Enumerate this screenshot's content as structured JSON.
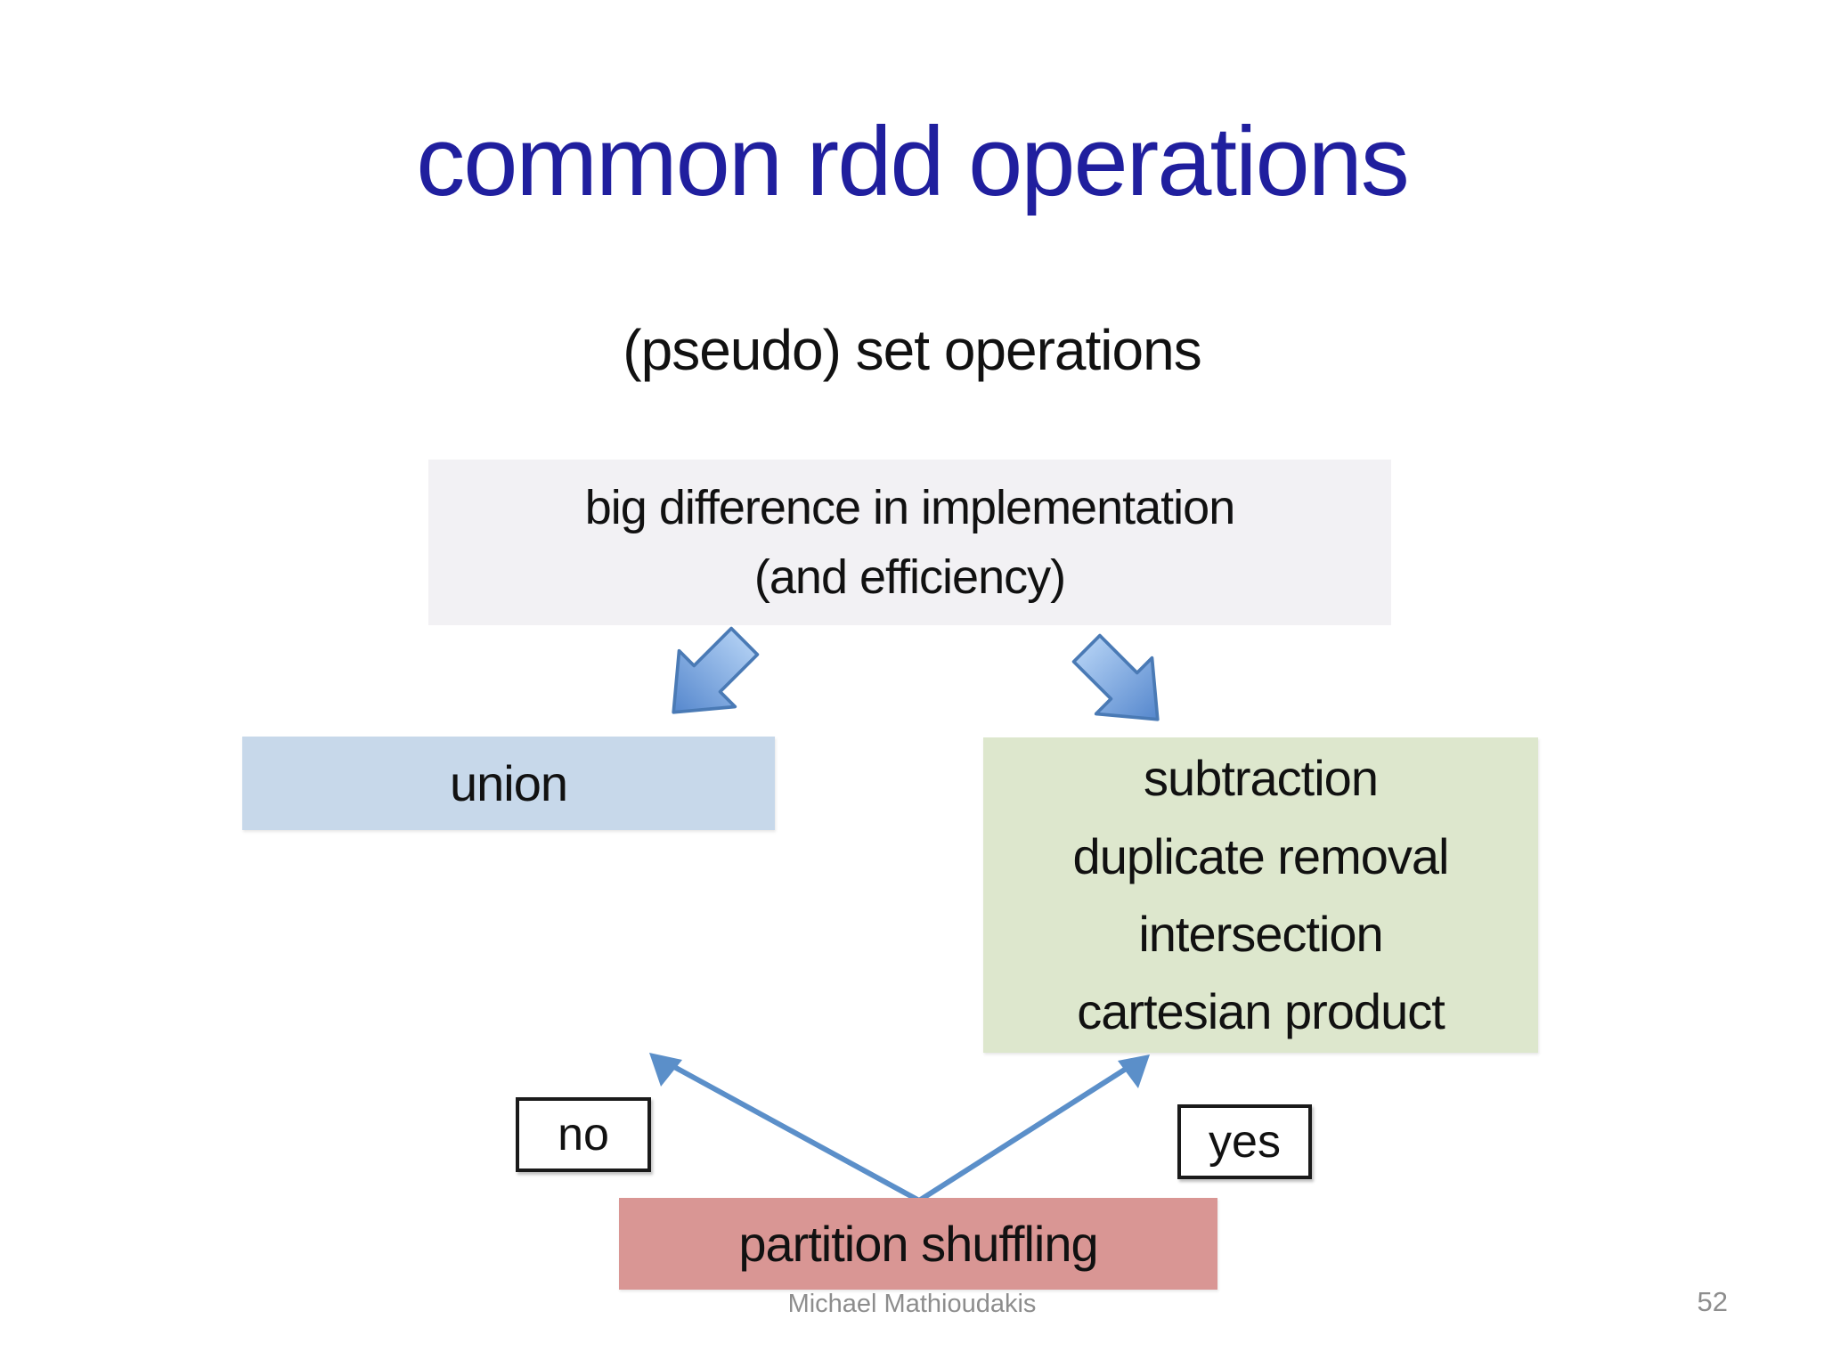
{
  "title": "common rdd operations",
  "subtitle": "(pseudo) set operations",
  "note_box": {
    "line1": "big difference in implementation",
    "line2": "(and efficiency)"
  },
  "union_box": {
    "label": "union"
  },
  "green_box": {
    "items": [
      "subtraction",
      "duplicate removal",
      "intersection",
      "cartesian product"
    ]
  },
  "no_label": "no",
  "yes_label": "yes",
  "red_box": {
    "label": "partition shuffling"
  },
  "footer": {
    "author": "Michael Mathioudakis",
    "page_number": "52"
  },
  "colors": {
    "title": "#201f9e",
    "text": "#111111",
    "note_box_bg": "#f2f1f4",
    "union_box_bg": "#c7d8ea",
    "green_box_bg": "#dde7cd",
    "red_box_bg": "#d99694",
    "block_arrow_fill_light": "#aecdf2",
    "block_arrow_fill_dark": "#5587cd",
    "block_arrow_border": "#4a7ab5",
    "connector_line": "#5b8fc9",
    "footer_text": "#8d8d8d"
  }
}
